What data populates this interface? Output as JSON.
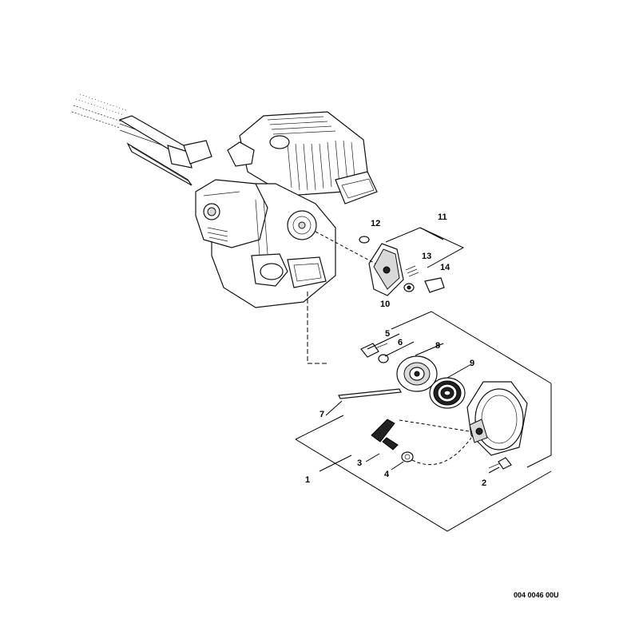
{
  "diagram": {
    "callouts": [
      {
        "id": "c1",
        "label": "1"
      },
      {
        "id": "c2",
        "label": "2"
      },
      {
        "id": "c3",
        "label": "3"
      },
      {
        "id": "c4",
        "label": "4"
      },
      {
        "id": "c5",
        "label": "5"
      },
      {
        "id": "c6",
        "label": "6"
      },
      {
        "id": "c7",
        "label": "7"
      },
      {
        "id": "c8",
        "label": "8"
      },
      {
        "id": "c9",
        "label": "9"
      },
      {
        "id": "c10",
        "label": "10"
      },
      {
        "id": "c11",
        "label": "11"
      },
      {
        "id": "c12",
        "label": "12"
      },
      {
        "id": "c13",
        "label": "13"
      },
      {
        "id": "c14",
        "label": "14"
      }
    ],
    "document_id": "004 0046 00U"
  }
}
